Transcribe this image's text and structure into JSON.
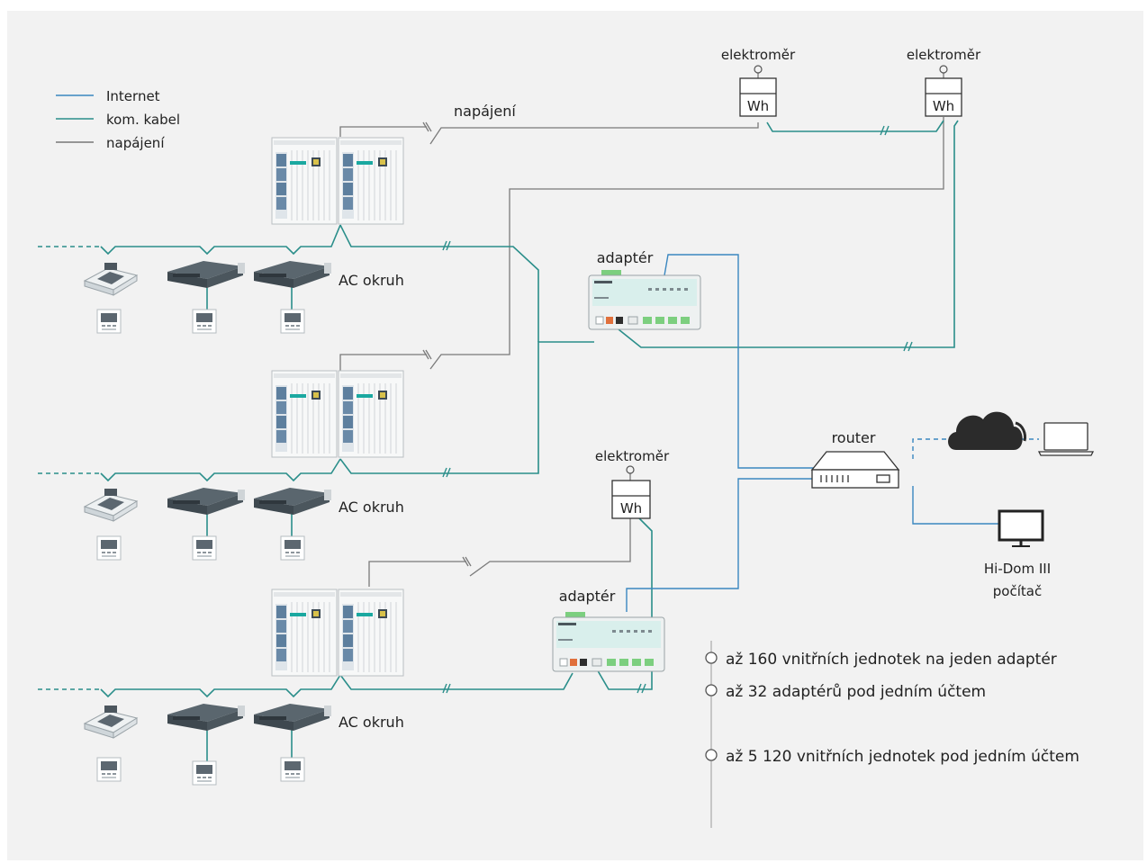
{
  "legend": {
    "items": [
      {
        "label": "Internet",
        "color": "#3a87c0"
      },
      {
        "label": "kom. kabel",
        "color": "#2a8e8a"
      },
      {
        "label": "napájení",
        "color": "#777777"
      }
    ]
  },
  "labels": {
    "napajeni": "napájení",
    "elektromer": "elektroměr",
    "wh": "Wh",
    "adapter": "adaptér",
    "ac_okruh": "AC okruh",
    "router": "router",
    "hidom_line1": "Hi-Dom III",
    "hidom_line2": "počítač"
  },
  "facts": [
    "až 160 vnitřních jednotek na jeden adaptér",
    "až 32 adaptérů pod jedním účtem",
    "až 5 120 vnitřních jednotek pod jedním účtem"
  ],
  "colors": {
    "internet": "#3a87c0",
    "com_cable": "#2a8e8a",
    "power": "#777777",
    "background": "#f2f2f2"
  },
  "icons": [
    "cloud-icon",
    "laptop-icon",
    "monitor-icon",
    "router-icon",
    "adapter-icon",
    "electricity-meter-icon",
    "outdoor-unit-icon",
    "cassette-unit-icon",
    "duct-unit-icon",
    "wall-controller-icon"
  ]
}
